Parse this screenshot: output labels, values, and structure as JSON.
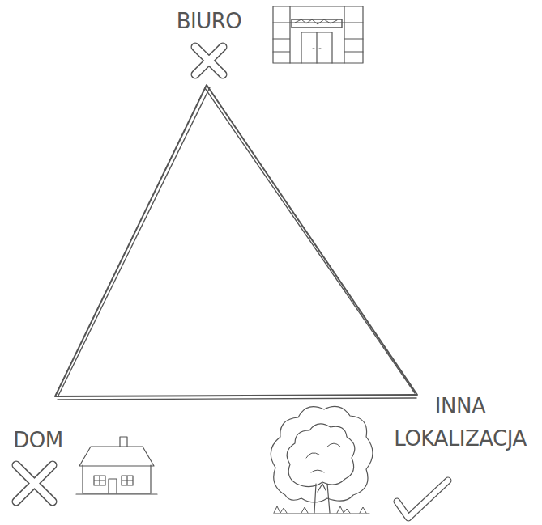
{
  "diagram": {
    "labels": [
      "BIURO",
      "DOM",
      "INNA LOKALIZACJA"
    ]
  }
}
